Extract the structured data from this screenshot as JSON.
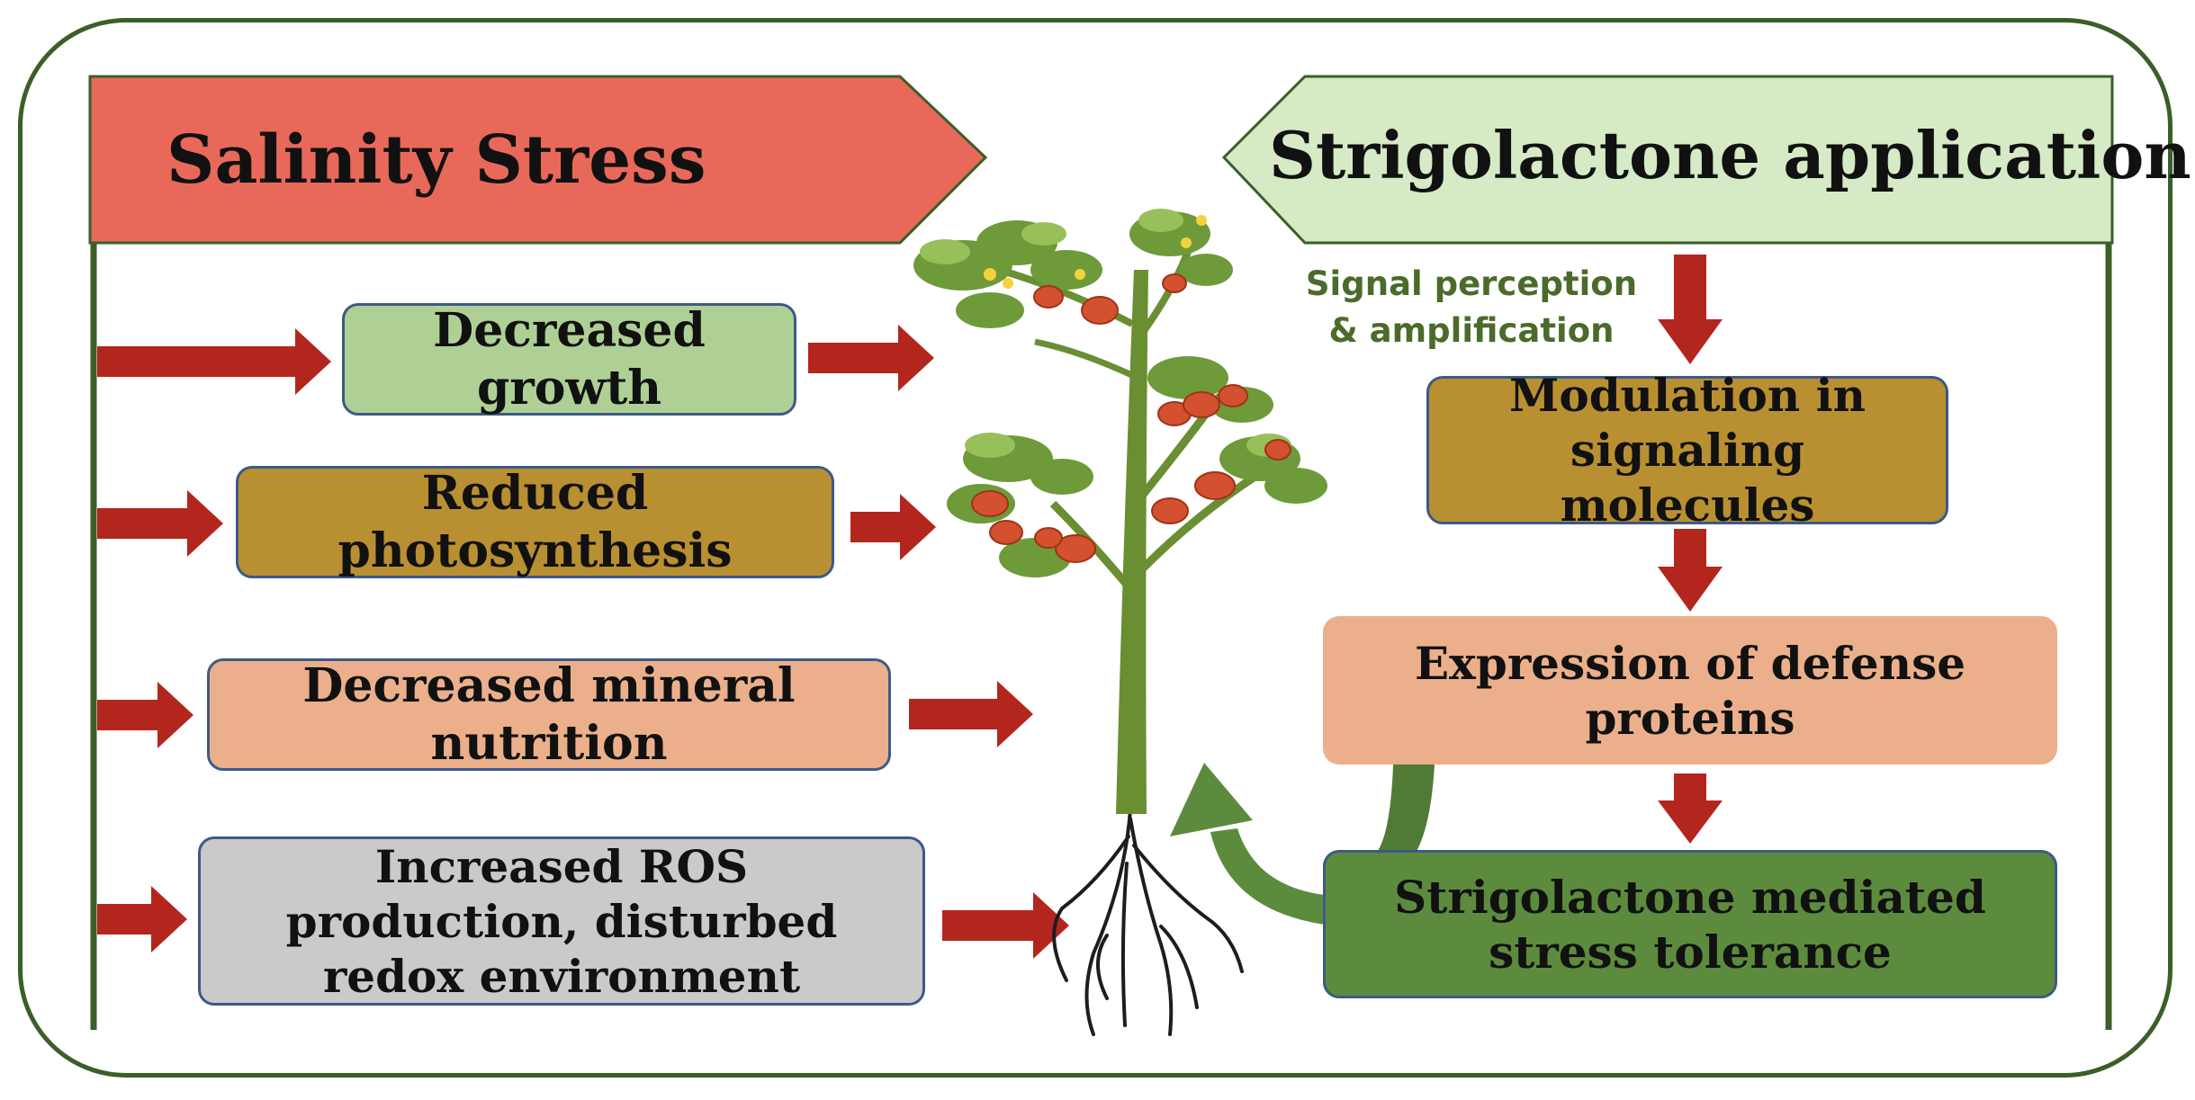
{
  "left_banner": {
    "title": "Salinity Stress",
    "color": "#e8695a",
    "effects": [
      "Decreased growth",
      "Reduced photosynthesis",
      "Decreased mineral nutrition",
      "Increased ROS production, disturbed redox environment"
    ]
  },
  "right_banner": {
    "title": "Strigolactone application",
    "color": "#d6eac6",
    "signal_label": "Signal perception & amplification",
    "steps": [
      "Modulation in signaling molecules",
      "Expression of defense proteins",
      "Strigolactone mediated stress tolerance"
    ]
  },
  "colors": {
    "frame": "#3a5f28",
    "arrow": "#b3261e",
    "green_box": "#afd095",
    "ochre_box": "#b99031",
    "peach_box": "#ebb08b",
    "grey_box": "#cacaca",
    "dark_green_box": "#5d8b3d",
    "feedback_arrow": "#527a37"
  },
  "icons": [
    "tomato-plant-illustration",
    "feedback-curved-arrow-icon"
  ]
}
